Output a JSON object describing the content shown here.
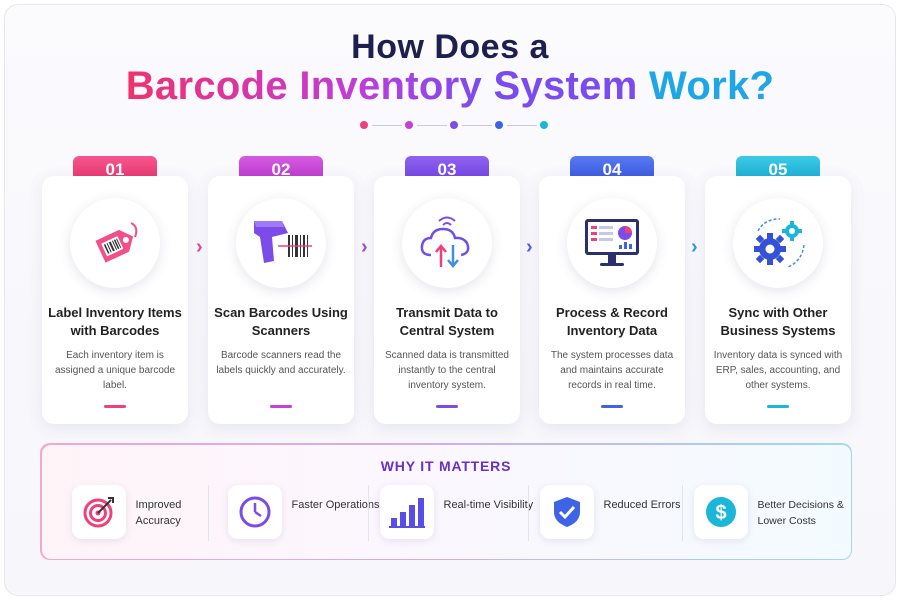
{
  "title": {
    "line1": "How Does a",
    "line2_gradient": "Barcode Inventory System",
    "line2_end": "Work?"
  },
  "colors": {
    "step1": "#f0407a",
    "step2": "#c63fd6",
    "step3": "#7b4ce8",
    "step4": "#3f63e6",
    "step5": "#1cb6d8",
    "navy": "#1d1f4f"
  },
  "steps": [
    {
      "number": "01",
      "title": "Label Inventory Items with Barcodes",
      "description": "Each inventory item is assigned a unique barcode label.",
      "icon": "barcode-tag-icon"
    },
    {
      "number": "02",
      "title": "Scan Barcodes Using Scanners",
      "description": "Barcode scanners read the labels quickly and accurately.",
      "icon": "barcode-scanner-icon"
    },
    {
      "number": "03",
      "title": "Transmit Data to Central System",
      "description": "Scanned data is transmitted instantly to the central inventory system.",
      "icon": "cloud-sync-icon"
    },
    {
      "number": "04",
      "title": "Process & Record Inventory Data",
      "description": "The system processes data and maintains accurate records in real time.",
      "icon": "monitor-dashboard-icon"
    },
    {
      "number": "05",
      "title": "Sync with Other Business Systems",
      "description": "Inventory data is synced with ERP, sales, accounting, and other systems.",
      "icon": "gears-sync-icon"
    }
  ],
  "why": {
    "title": "WHY IT MATTERS",
    "benefits": [
      {
        "label": "Improved Accuracy",
        "icon": "target-icon"
      },
      {
        "label": "Faster Operations",
        "icon": "clock-icon"
      },
      {
        "label": "Real-time Visibility",
        "icon": "bar-chart-icon"
      },
      {
        "label": "Reduced Errors",
        "icon": "shield-check-icon"
      },
      {
        "label": "Better Decisions & Lower Costs",
        "icon": "dollar-icon"
      }
    ]
  }
}
